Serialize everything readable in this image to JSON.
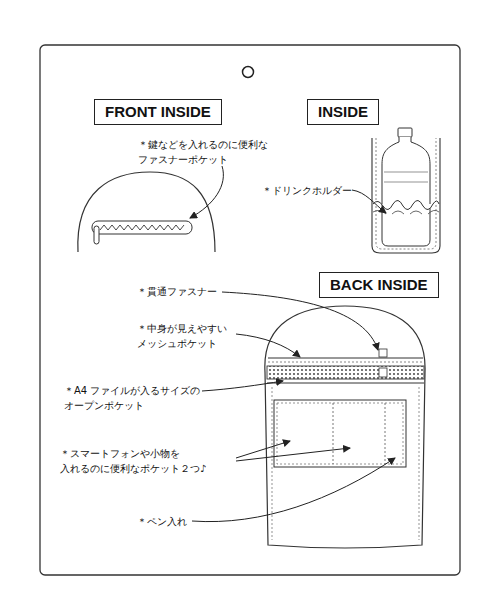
{
  "diagram": {
    "nodes": [
      {
        "text": [
          "FRONT INSIDE"
        ]
      },
      {
        "text": [
          "INSIDE"
        ]
      },
      {
        "text": [
          "BACK INSIDE"
        ]
      }
    ],
    "labels": [
      "＊鍵などを入れるのに便利な ファスナーポケット",
      "＊ドリンクホルダー",
      "＊貫通ファスナー",
      "＊中身が見えやすい メッシュポケット",
      "＊A4 ファイルが入るサイズの オープンポケット",
      "＊スマートフォンや小物を 入れるのに便利なポケット２つ♪",
      "＊ペン入れ"
    ]
  }
}
